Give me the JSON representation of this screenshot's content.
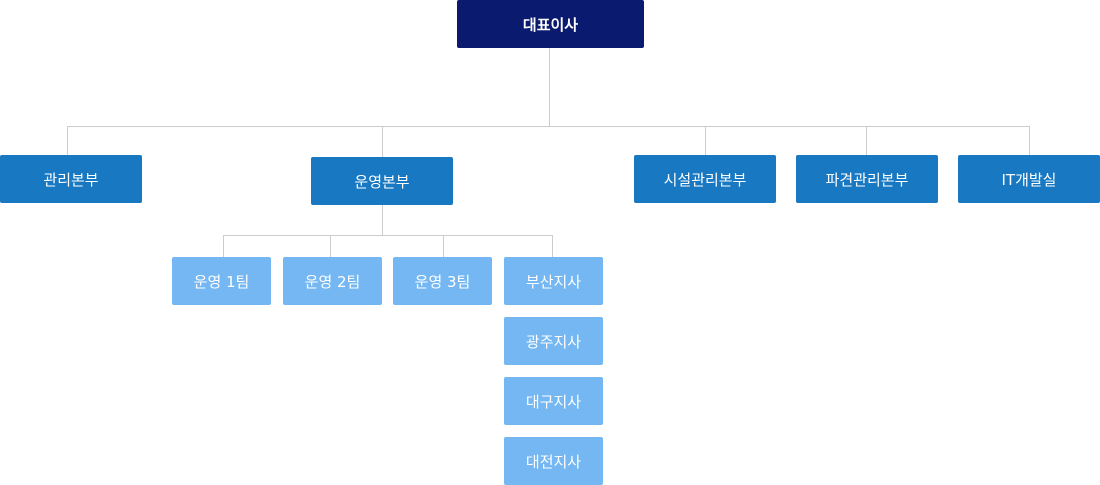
{
  "ceo": "대표이사",
  "divisions": {
    "management": "관리본부",
    "operations": "운영본부",
    "facilities": "시설관리본부",
    "dispatch": "파견관리본부",
    "it": "IT개발실"
  },
  "operations_units": {
    "team1": "운영 1팀",
    "team2": "운영 2팀",
    "team3": "운영 3팀",
    "busan": "부산지사",
    "gwangju": "광주지사",
    "daegu": "대구지사",
    "daejeon": "대전지사"
  },
  "colors": {
    "ceo": "#0a1a6e",
    "division": "#1878c2",
    "unit": "#74b7f2",
    "connector": "#cccccc"
  }
}
